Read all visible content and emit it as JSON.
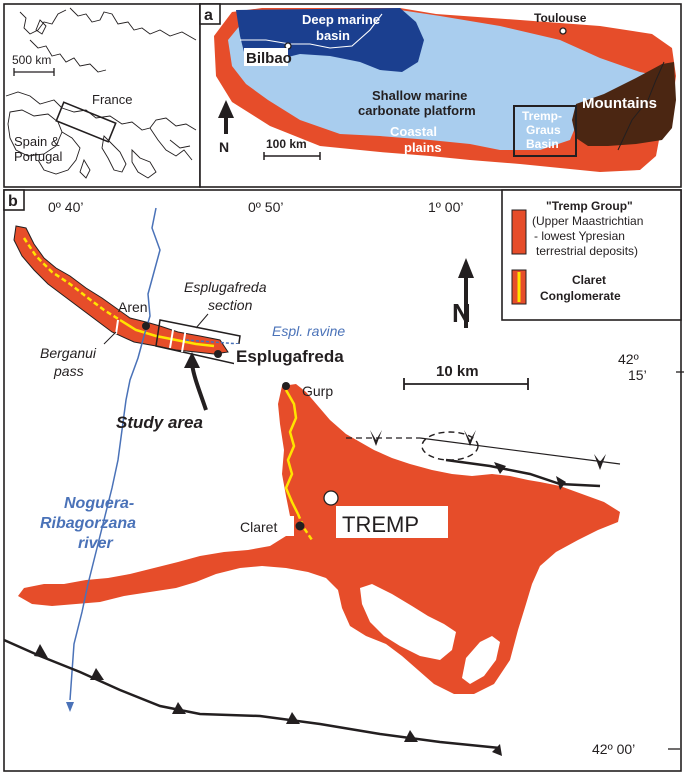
{
  "panel_a": {
    "letter": "a",
    "inset": {
      "scale_label": "500 km",
      "labels": [
        "France",
        "Spain &",
        "Portugal"
      ]
    },
    "labels": {
      "deep_marine_1": "Deep marine",
      "deep_marine_2": "basin",
      "toulouse": "Toulouse",
      "bilbao": "Bilbao",
      "shallow_1": "Shallow marine",
      "shallow_2": "carbonate platform",
      "mountains": "Mountains",
      "tremp_1": "Tremp-",
      "tremp_2": "Graus",
      "tremp_3": "Basin",
      "coastal_1": "Coastal",
      "coastal_2": "plains",
      "scale": "100 km",
      "north": "N"
    },
    "colors": {
      "deep_marine": "#1b3f8f",
      "shallow_marine": "#a9cdee",
      "coastal": "#e64d2a",
      "mountains": "#4b2612"
    }
  },
  "panel_b": {
    "letter": "b",
    "coords": {
      "lon1": "0º 40’",
      "lon2": "0º 50’",
      "lon3": "1º 00’",
      "lat1a": "42º",
      "lat1b": "15’",
      "lat2": "42º 00’"
    },
    "legend": {
      "tremp_title": "\"Tremp Group\"",
      "tremp_line1": "(Upper Maastrichtian",
      "tremp_line2": "- lowest Ypresian",
      "tremp_line3": "terrestrial deposits)",
      "claret_line1": "Claret",
      "claret_line2": "Conglomerate"
    },
    "labels": {
      "aren": "Aren",
      "esplugafreda_section_1": "Esplugafreda",
      "esplugafreda_section_2": "section",
      "espl_ravine": "Espl. ravine",
      "esplugafreda": "Esplugafreda",
      "berganui_1": "Berganui",
      "berganui_2": "pass",
      "study_area": "Study area",
      "gurp": "Gurp",
      "claret": "Claret",
      "tremp": "TREMP",
      "river_1": "Noguera-",
      "river_2": "Ribagorzana",
      "river_3": "river",
      "scale": "10 km",
      "north": "N"
    },
    "colors": {
      "tremp_group": "#e64d2a",
      "claret_conglomerate": "#ffe400",
      "river": "#4a72b8"
    }
  }
}
